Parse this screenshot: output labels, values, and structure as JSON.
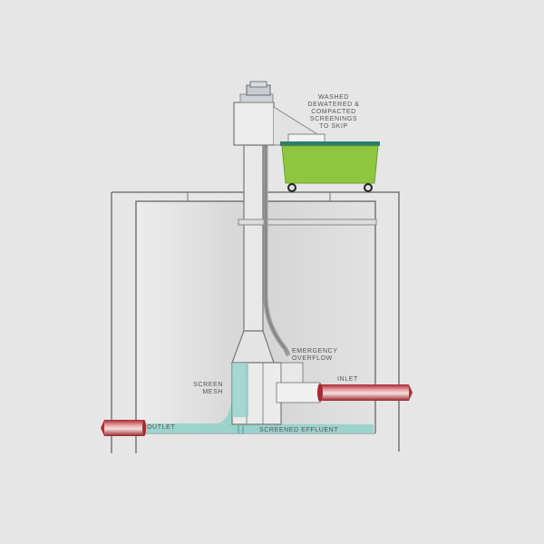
{
  "diagram": {
    "type": "screening plant cross-section",
    "labels": {
      "skip_note_line1": "WASHED",
      "skip_note_line2": "DEWATERED &",
      "skip_note_line3": "COMPACTED",
      "skip_note_line4": "SCREENINGS",
      "skip_note_line5": "TO SKIP",
      "emergency_line1": "EMERGENCY",
      "emergency_line2": "OVERFLOW",
      "inlet": "INLET",
      "screen_line1": "SCREEN",
      "screen_line2": "MESH",
      "outlet": "OUTLET",
      "screened_effluent": "SCREENED EFFLUENT"
    },
    "colors": {
      "background": "#e6e6e6",
      "skip_green": "#8ec63f",
      "skip_rim": "#2e7d6a",
      "pipe_red": "#b8323a",
      "water": "#8fd0c8",
      "line": "#777777"
    }
  }
}
